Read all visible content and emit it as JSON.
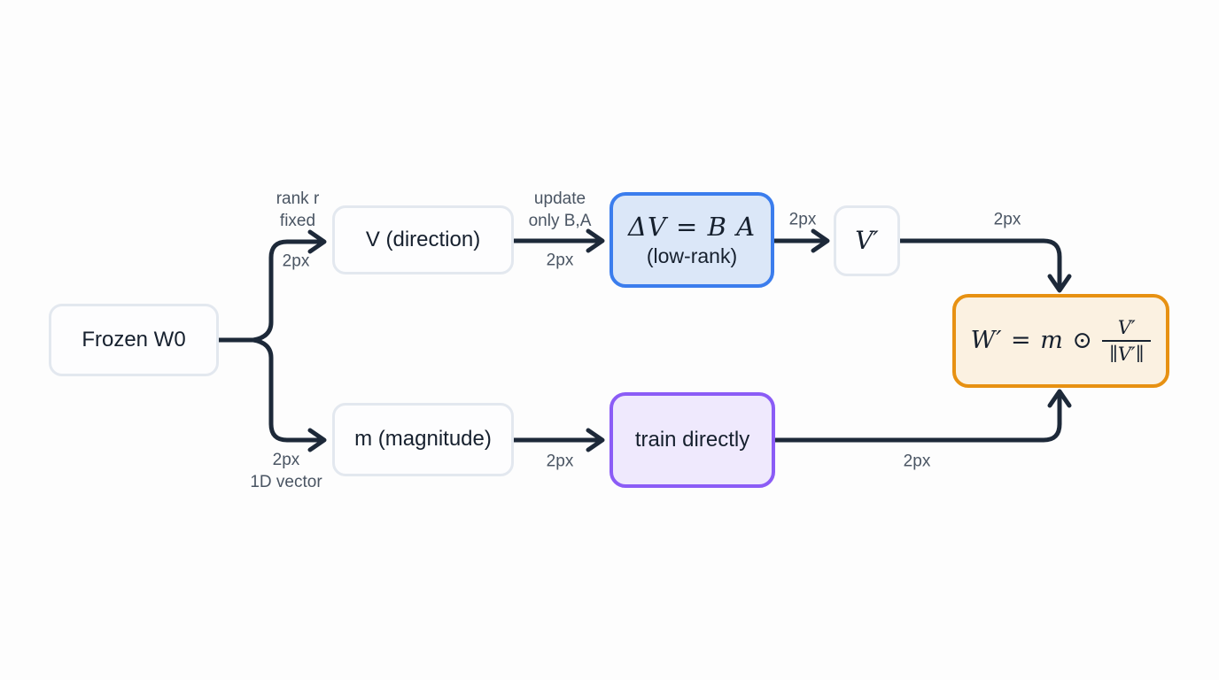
{
  "colors": {
    "line": "#1d2939",
    "node_border": "#e3e8ef",
    "node_bg": "#fdfdfe",
    "node_text": "#16202e",
    "label_text": "#4a5563",
    "blue_border": "#3b7ded",
    "blue_bg": "#dbe7f8",
    "purple_border": "#8b5cf6",
    "purple_bg": "#efe9fd",
    "orange_border": "#e79112",
    "orange_bg": "#fbf1e1",
    "canvas_bg": "#fdfdfd"
  },
  "nodes": {
    "frozen_w0": {
      "label": "Frozen W0"
    },
    "v_direction": {
      "label": "V (direction)"
    },
    "delta_v": {
      "formula": "ΔV = B A",
      "subtitle": "(low-rank)"
    },
    "v_prime": {
      "label": "V′"
    },
    "m_magnitude": {
      "label": "m (magnitude)"
    },
    "train_directly": {
      "label": "train directly"
    },
    "w_prime": {
      "lhs": "W′ = m ⊙",
      "numerator": "V′",
      "denominator": "∥V′∥"
    }
  },
  "edge_labels": [
    {
      "id": "rank-r-fixed",
      "text": "rank r\nfixed"
    },
    {
      "id": "branch-top-width",
      "text": "2px"
    },
    {
      "id": "update-only-ba",
      "text": "update\nonly B,A"
    },
    {
      "id": "v-to-delta-width",
      "text": "2px"
    },
    {
      "id": "delta-to-vprime-width",
      "text": "2px"
    },
    {
      "id": "vprime-to-w-width",
      "text": "2px"
    },
    {
      "id": "branch-bottom-1d-vector",
      "text": "2px\n1D vector"
    },
    {
      "id": "m-to-train-width",
      "text": "2px"
    },
    {
      "id": "train-to-w-width",
      "text": "2px"
    }
  ]
}
